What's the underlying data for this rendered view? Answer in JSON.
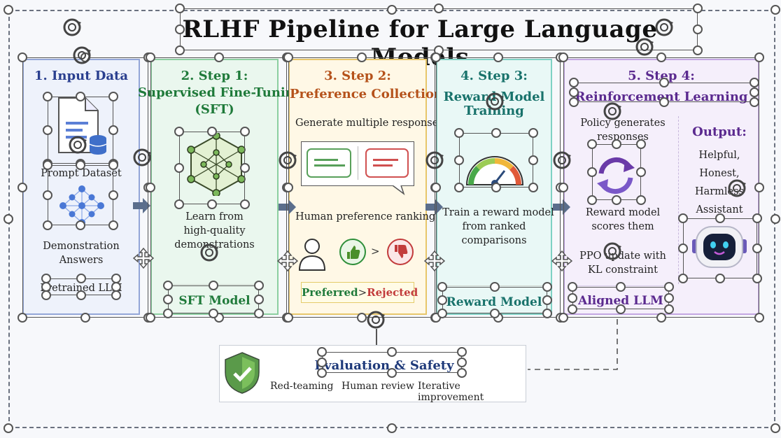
{
  "title": "RLHF Pipeline for Large Language Models",
  "colors": {
    "blue": "#2a3f8f",
    "green": "#1f7a3a",
    "orange": "#b5521b",
    "teal": "#18726b",
    "purple": "#5b2a8f",
    "navy": "#1f3a7a"
  },
  "panels": [
    {
      "title": "1. Input Data",
      "items": [
        "Prompt Dataset",
        "Demonstration Answers",
        "Pretrained LLM"
      ],
      "icons": [
        "document-icon",
        "database-icon",
        "neural-network-icon"
      ]
    },
    {
      "title_line1": "2. Step 1:",
      "title_line2": "Supervised Fine-Tuning",
      "title_line3": "(SFT)",
      "text": [
        "Learn from",
        "high-quality",
        "demonstrations"
      ],
      "footer": "SFT Model",
      "icons": [
        "network-graph-icon"
      ]
    },
    {
      "title_line1": "3. Step 2:",
      "title_line2": "Preference Collection",
      "text_top": "Generate multiple responses",
      "text_mid": "Human preference ranking",
      "gt": ">",
      "preferred": "Preferred",
      "gt2": ">",
      "rejected": "Rejected",
      "icons": [
        "response-a-icon",
        "response-b-icon",
        "user-icon",
        "thumbs-up-icon",
        "thumbs-down-icon"
      ]
    },
    {
      "title_line1": "4. Step 3:",
      "title_line2": "Reward Model",
      "title_line3": "Training",
      "text": [
        "Train a reward model",
        "from ranked",
        "comparisons"
      ],
      "footer": "Reward Model",
      "icons": [
        "gauge-icon"
      ]
    },
    {
      "title_line1": "5. Step 4:",
      "title_line2": "Reinforcement Learning",
      "text": [
        "Policy generates",
        "responses",
        "Reward model",
        "scores them",
        "PPO update with",
        "KL constraint"
      ],
      "footer": "Aligned LLM",
      "output_label": "Output:",
      "output_text": [
        "Helpful,",
        "Honest,",
        "Harmless",
        "Assistant"
      ],
      "icons": [
        "cycle-arrows-icon",
        "robot-icon"
      ]
    }
  ],
  "evaluation": {
    "title": "Evaluation & Safety",
    "items": [
      "Red-teaming",
      "Human review",
      "Iterative improvement"
    ],
    "icon": "shield-check-icon"
  }
}
